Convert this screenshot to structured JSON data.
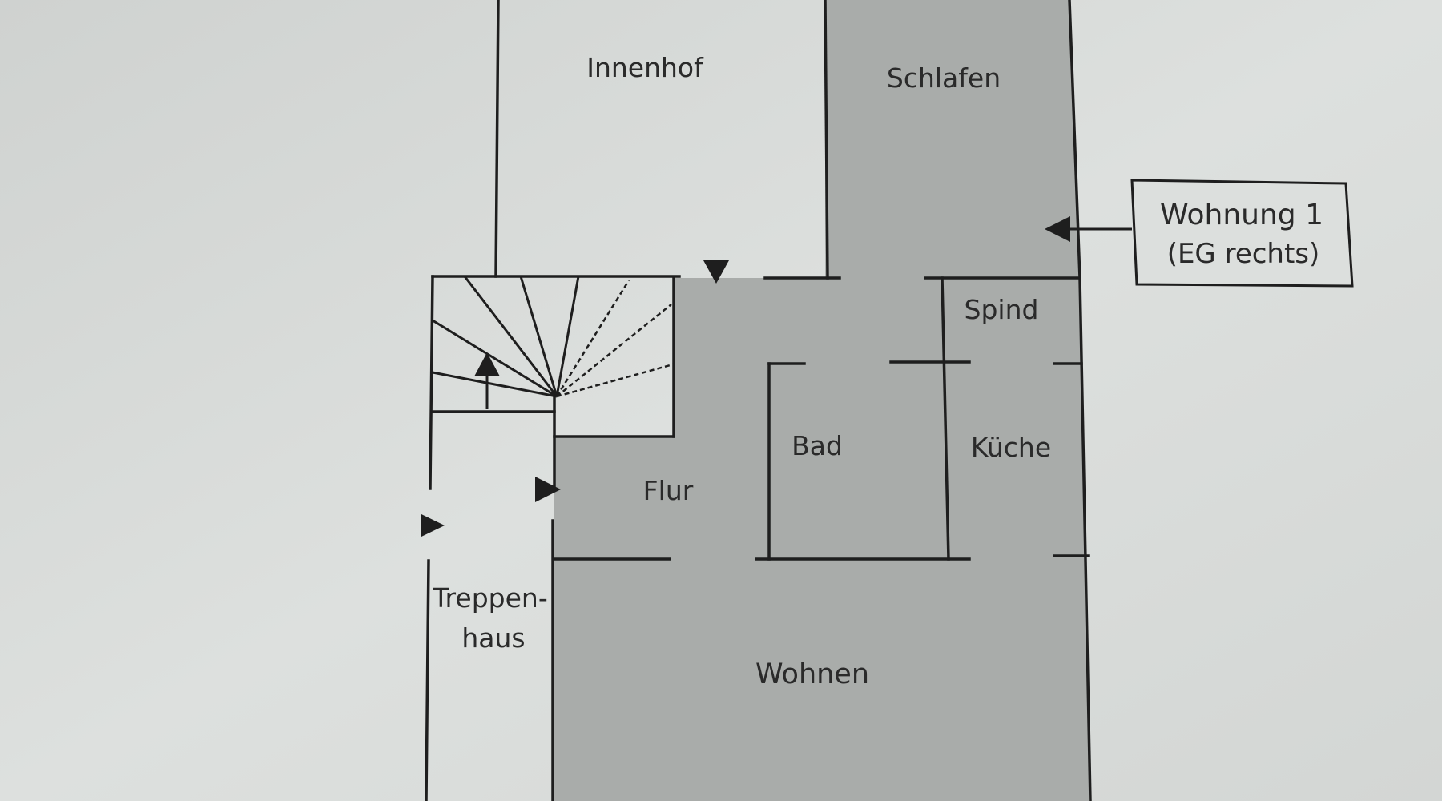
{
  "rooms": {
    "innenhof": "Innenhof",
    "schlafen": "Schlafen",
    "spind": "Spind",
    "bad": "Bad",
    "kueche": "Küche",
    "flur": "Flur",
    "treppenhaus_line1": "Treppen-",
    "treppenhaus_line2": "haus",
    "wohnen": "Wohnen"
  },
  "callout": {
    "line1": "Wohnung 1",
    "line2": "(EG rechts)"
  },
  "colors": {
    "paper": "#d6d9d7",
    "apartment_fill": "#a9acaa",
    "line": "#1e1e1e"
  }
}
